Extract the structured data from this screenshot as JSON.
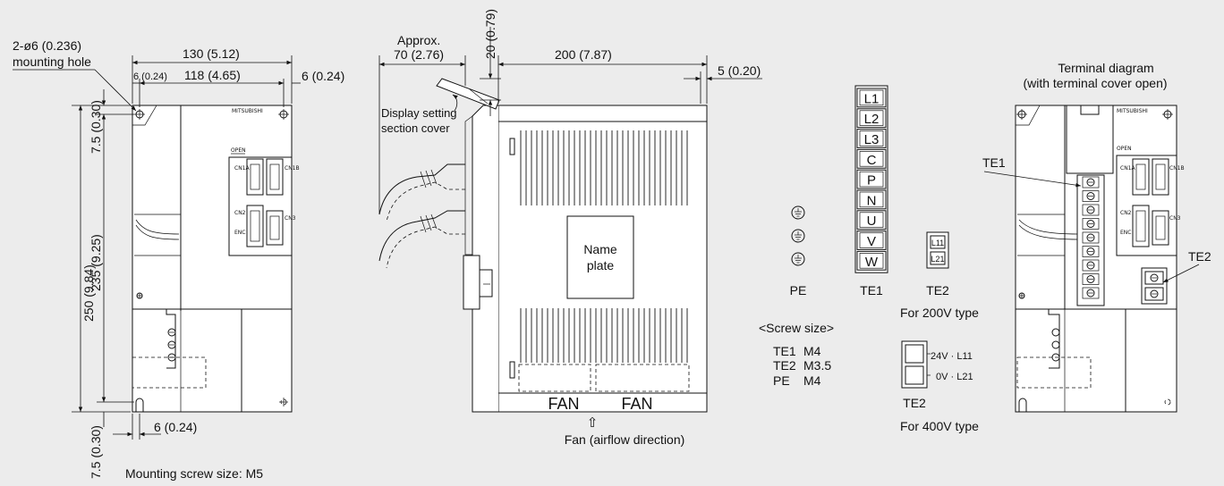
{
  "front_view": {
    "hole_label_1": "2-ø6 (0.236)",
    "hole_label_2": "mounting hole",
    "dim_width_total": "130 (5.12)",
    "dim_left_offset": "6 (0.24)",
    "dim_hole_pitch": "118 (4.65)",
    "dim_right_offset": "6 (0.24)",
    "dim_height_total": "250 (9.84)",
    "dim_hole_height": "235 (9.25)",
    "dim_top_margin": "7.5 (0.30)",
    "dim_bottom_margin": "7.5 (0.30)",
    "dim_bottom_offset": "6 (0.24)",
    "mounting_screw": "Mounting screw size: M5",
    "brand": "MITSUBISHI",
    "open_label": "OPEN",
    "cn1a": "CN1A",
    "cn1b": "CN1B",
    "cn2": "CN2",
    "cn3": "CN3",
    "encn": "ENC"
  },
  "side_view": {
    "approx_label": "Approx.",
    "dim_approx": "70 (2.76)",
    "dim_top": "20 (0.79)",
    "dim_depth": "200 (7.87)",
    "dim_right": "5 (0.20)",
    "cover_label_1": "Display setting",
    "cover_label_2": "section cover",
    "name_plate_1": "Name",
    "name_plate_2": "plate",
    "fan_1": "FAN",
    "fan_2": "FAN",
    "fan_arrow": "⇧",
    "fan_caption": "Fan (airflow direction)"
  },
  "terminals": {
    "te1_terminals": [
      "L1",
      "L2",
      "L3",
      "C",
      "P",
      "N",
      "U",
      "V",
      "W"
    ],
    "te2_200v": [
      "L11",
      "L21"
    ],
    "pe_label": "PE",
    "te1_label": "TE1",
    "te2_label": "TE2",
    "type_200v": "For 200V type",
    "screw_header": "<Screw size>",
    "screw_rows": [
      {
        "name": "TE1",
        "size": "M4"
      },
      {
        "name": "TE2",
        "size": "M3.5"
      },
      {
        "name": "PE",
        "size": "M4"
      }
    ],
    "te2_400v_top": "24V · L11",
    "te2_400v_bottom": "0V · L21",
    "te2_label_400": "TE2",
    "type_400v": "For 400V type"
  },
  "terminal_diagram": {
    "title_1": "Terminal diagram",
    "title_2": "(with terminal cover open)",
    "te1_callout": "TE1",
    "te2_callout": "TE2",
    "brand": "MITSUBISHI",
    "open_label": "OPEN",
    "cn1a": "CN1A",
    "cn1b": "CN1B",
    "cn2": "CN2",
    "cn3": "CN3",
    "encn": "ENC"
  }
}
